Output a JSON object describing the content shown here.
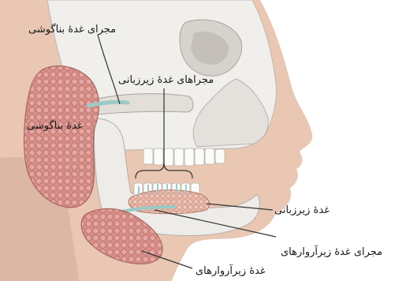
{
  "labels": {
    "parotid_duct": "مجرای غدهٔ بناگوشی",
    "sublingual_ducts": "مجراهای غدهٔ زیرزبانی",
    "parotid_gland": "غدهٔ بناگوشی",
    "sublingual_gland": "غدهٔ زیرزبانی",
    "submandibular_duct": "مجرای غدهٔ زیرآروارهای",
    "submandibular_gland": "غدهٔ زیرآروارهای"
  },
  "colors": {
    "background": "#ffffff",
    "skin": "#e9c7b3",
    "bone": "#f0efec",
    "bone_shade": "#c9c6c0",
    "gland": "#d98f8a",
    "duct": "#a8d4cf",
    "leader": "#333333"
  }
}
